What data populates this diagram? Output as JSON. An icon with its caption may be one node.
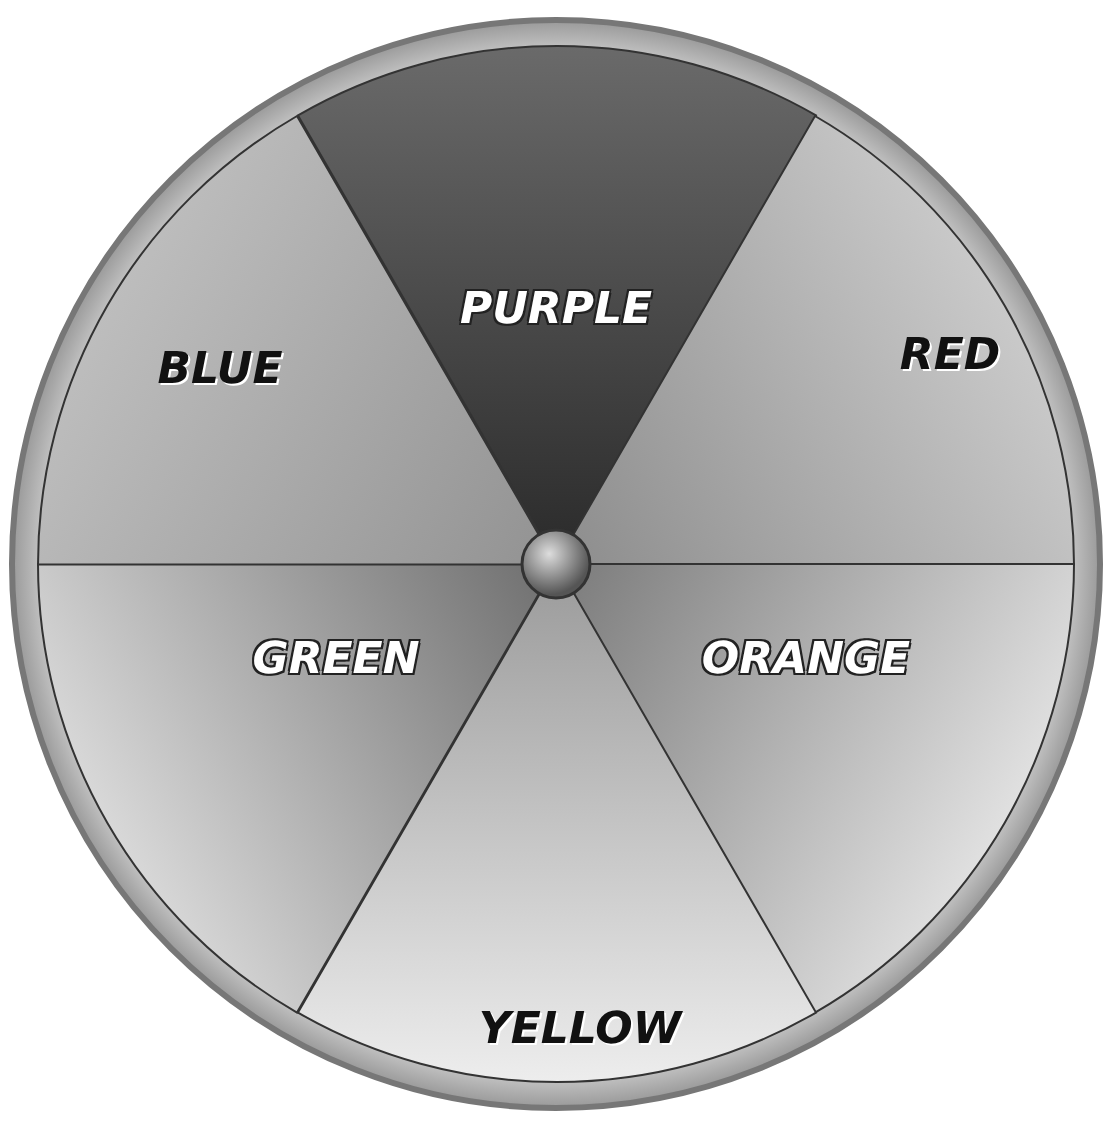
{
  "diagram": {
    "nodes": [
      {
        "text": [
          "PURPLE"
        ]
      },
      {
        "text": [
          "RED"
        ]
      },
      {
        "text": [
          "ORANGE"
        ]
      },
      {
        "text": [
          "YELLOW"
        ]
      },
      {
        "text": [
          "GREEN"
        ]
      },
      {
        "text": [
          "BLUE"
        ]
      }
    ]
  }
}
